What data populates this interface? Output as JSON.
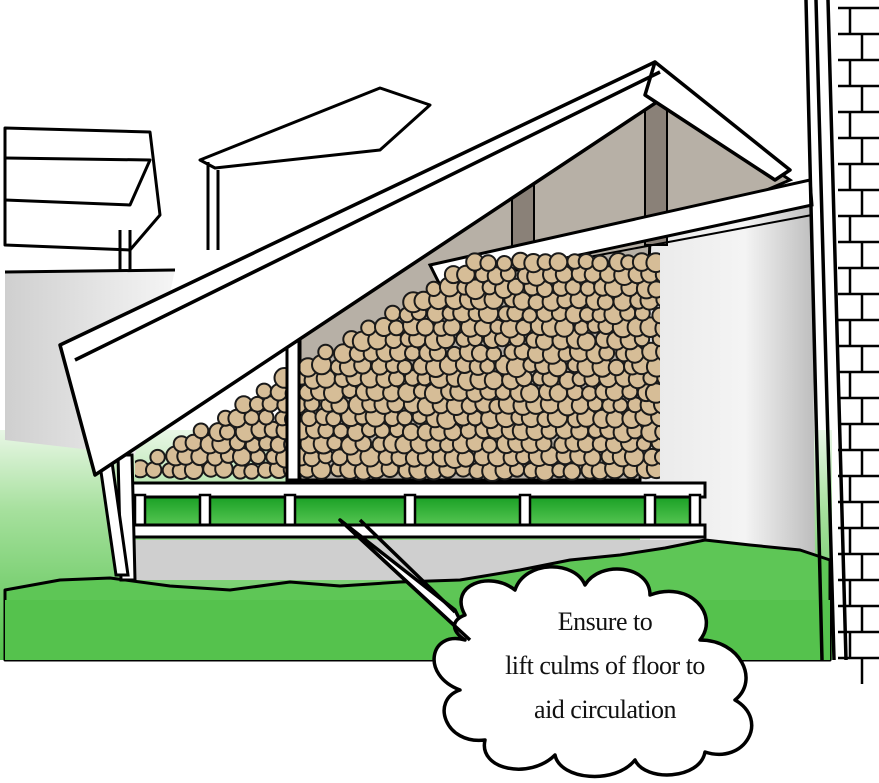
{
  "callout": {
    "lines": [
      "Ensure to",
      "lift culms of floor to",
      "aid circulation"
    ]
  },
  "colors": {
    "grass_light": "#b8e6b0",
    "grass": "#62c85a",
    "grass_dark": "#1fae2a",
    "culm_fill": "#d6bd97",
    "culm_stroke": "#1a1a1a",
    "roof": "#ffffff",
    "shed_interior": "#b7b0a6",
    "wall": "#d9d9d9",
    "outline": "#000000"
  },
  "icons": {
    "callout_shape": "cloud-speech-bubble",
    "stacked_culms": "bamboo-culm-pile"
  }
}
